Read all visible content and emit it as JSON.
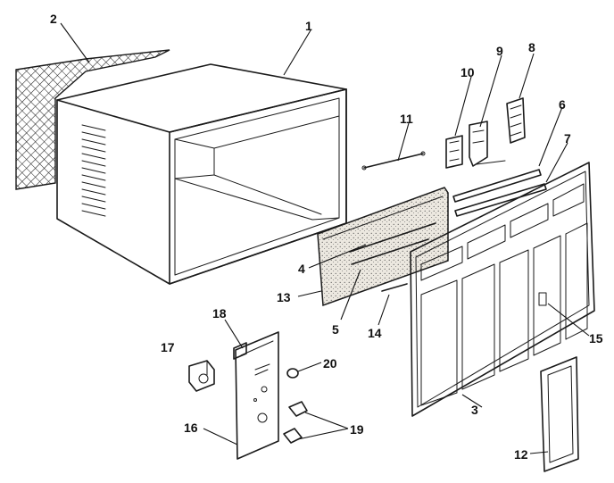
{
  "callouts": [
    "1",
    "2",
    "3",
    "4",
    "5",
    "6",
    "7",
    "8",
    "9",
    "10",
    "11",
    "12",
    "13",
    "14",
    "15",
    "16",
    "17",
    "18",
    "19",
    "20"
  ],
  "colors": {
    "ink": "#1a1a1a",
    "paper": "#ffffff",
    "speckle": "#e6e2da"
  }
}
